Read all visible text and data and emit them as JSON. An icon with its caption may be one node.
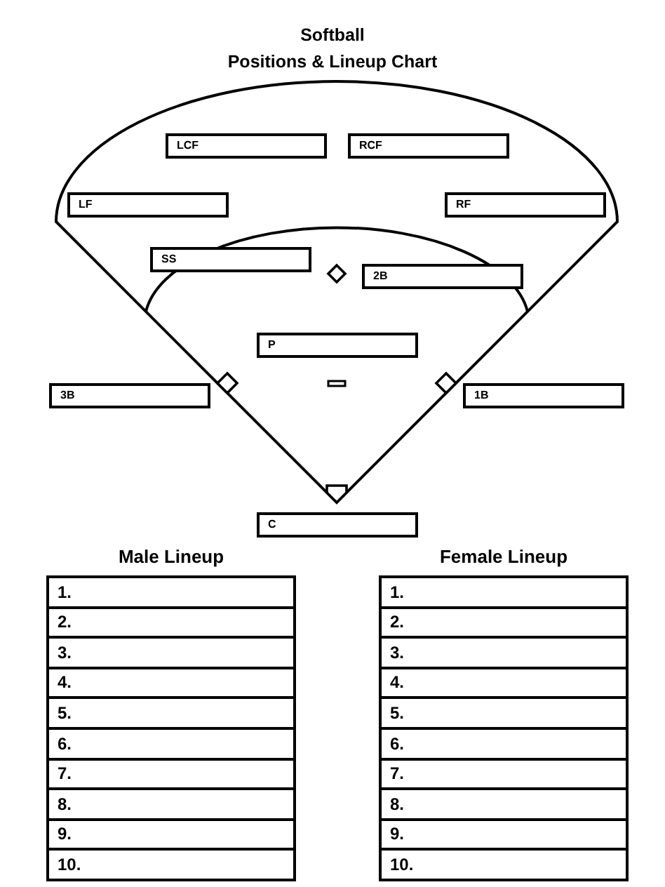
{
  "diagram": {
    "title": "Softball Positions & Lineup Chart",
    "nodes": [
      {
        "text": [
          "LCF"
        ]
      },
      {
        "text": [
          "RCF"
        ]
      },
      {
        "text": [
          "LF"
        ]
      },
      {
        "text": [
          "RF"
        ]
      },
      {
        "text": [
          "SS"
        ]
      },
      {
        "text": [
          "2B"
        ]
      },
      {
        "text": [
          "P"
        ]
      },
      {
        "text": [
          "3B"
        ]
      },
      {
        "text": [
          "1B"
        ]
      },
      {
        "text": [
          "C"
        ]
      }
    ],
    "labels": [
      "Male Lineup",
      "1.",
      "2.",
      "3.",
      "4.",
      "5.",
      "6.",
      "7.",
      "8.",
      "9.",
      "10.",
      "Female Lineup",
      "1.",
      "2.",
      "3.",
      "4.",
      "5.",
      "6.",
      "7.",
      "8.",
      "9.",
      "10."
    ]
  }
}
